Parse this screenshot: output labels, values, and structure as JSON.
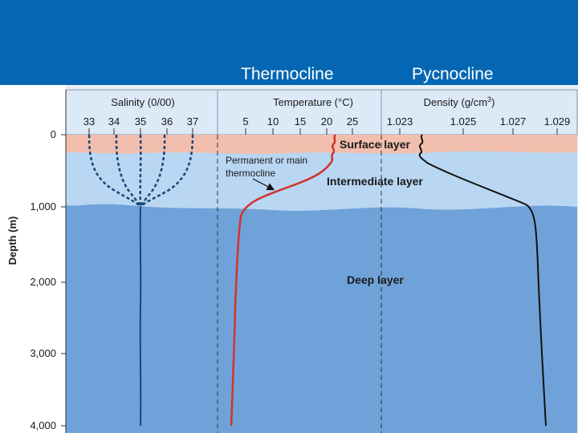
{
  "slide": {
    "header_left": "Thermocline",
    "header_right": "Pycnocline",
    "colors": {
      "header_bar": "#0567b3",
      "surface_layer": "#f2bfae",
      "intermediate_layer": "#b9d6f2",
      "deep_layer": "#6fa2d9",
      "temperature_line": "#d0342a",
      "salinity_line": "#17467a",
      "density_line": "#111111"
    }
  },
  "diagram": {
    "y_axis": {
      "label": "Depth (m)",
      "ticks": [
        "0",
        "1,000",
        "2,000",
        "3,000",
        "4,000"
      ],
      "tick_values": [
        0,
        1000,
        2000,
        3000,
        4000
      ]
    },
    "panels": {
      "salinity": {
        "title": "Salinity (0/00)",
        "ticks": [
          "33",
          "34",
          "35",
          "36",
          "37"
        ],
        "tick_values": [
          33,
          34,
          35,
          36,
          37
        ]
      },
      "temperature": {
        "title": "Temperature (°C)",
        "ticks": [
          "5",
          "10",
          "15",
          "20",
          "25"
        ],
        "tick_values": [
          5,
          10,
          15,
          20,
          25
        ]
      },
      "density": {
        "title_main": "Density (g/cm",
        "title_sup": "3",
        "title_end": ")",
        "ticks": [
          "1.023",
          "1.025",
          "1.027",
          "1.029"
        ],
        "tick_values": [
          1.023,
          1.025,
          1.027,
          1.029
        ]
      }
    },
    "layers": {
      "surface": "Surface layer",
      "intermediate": "Intermediate layer",
      "deep": "Deep layer"
    },
    "annotation": {
      "line1": "Permanent or main",
      "line2": "thermocline"
    }
  }
}
